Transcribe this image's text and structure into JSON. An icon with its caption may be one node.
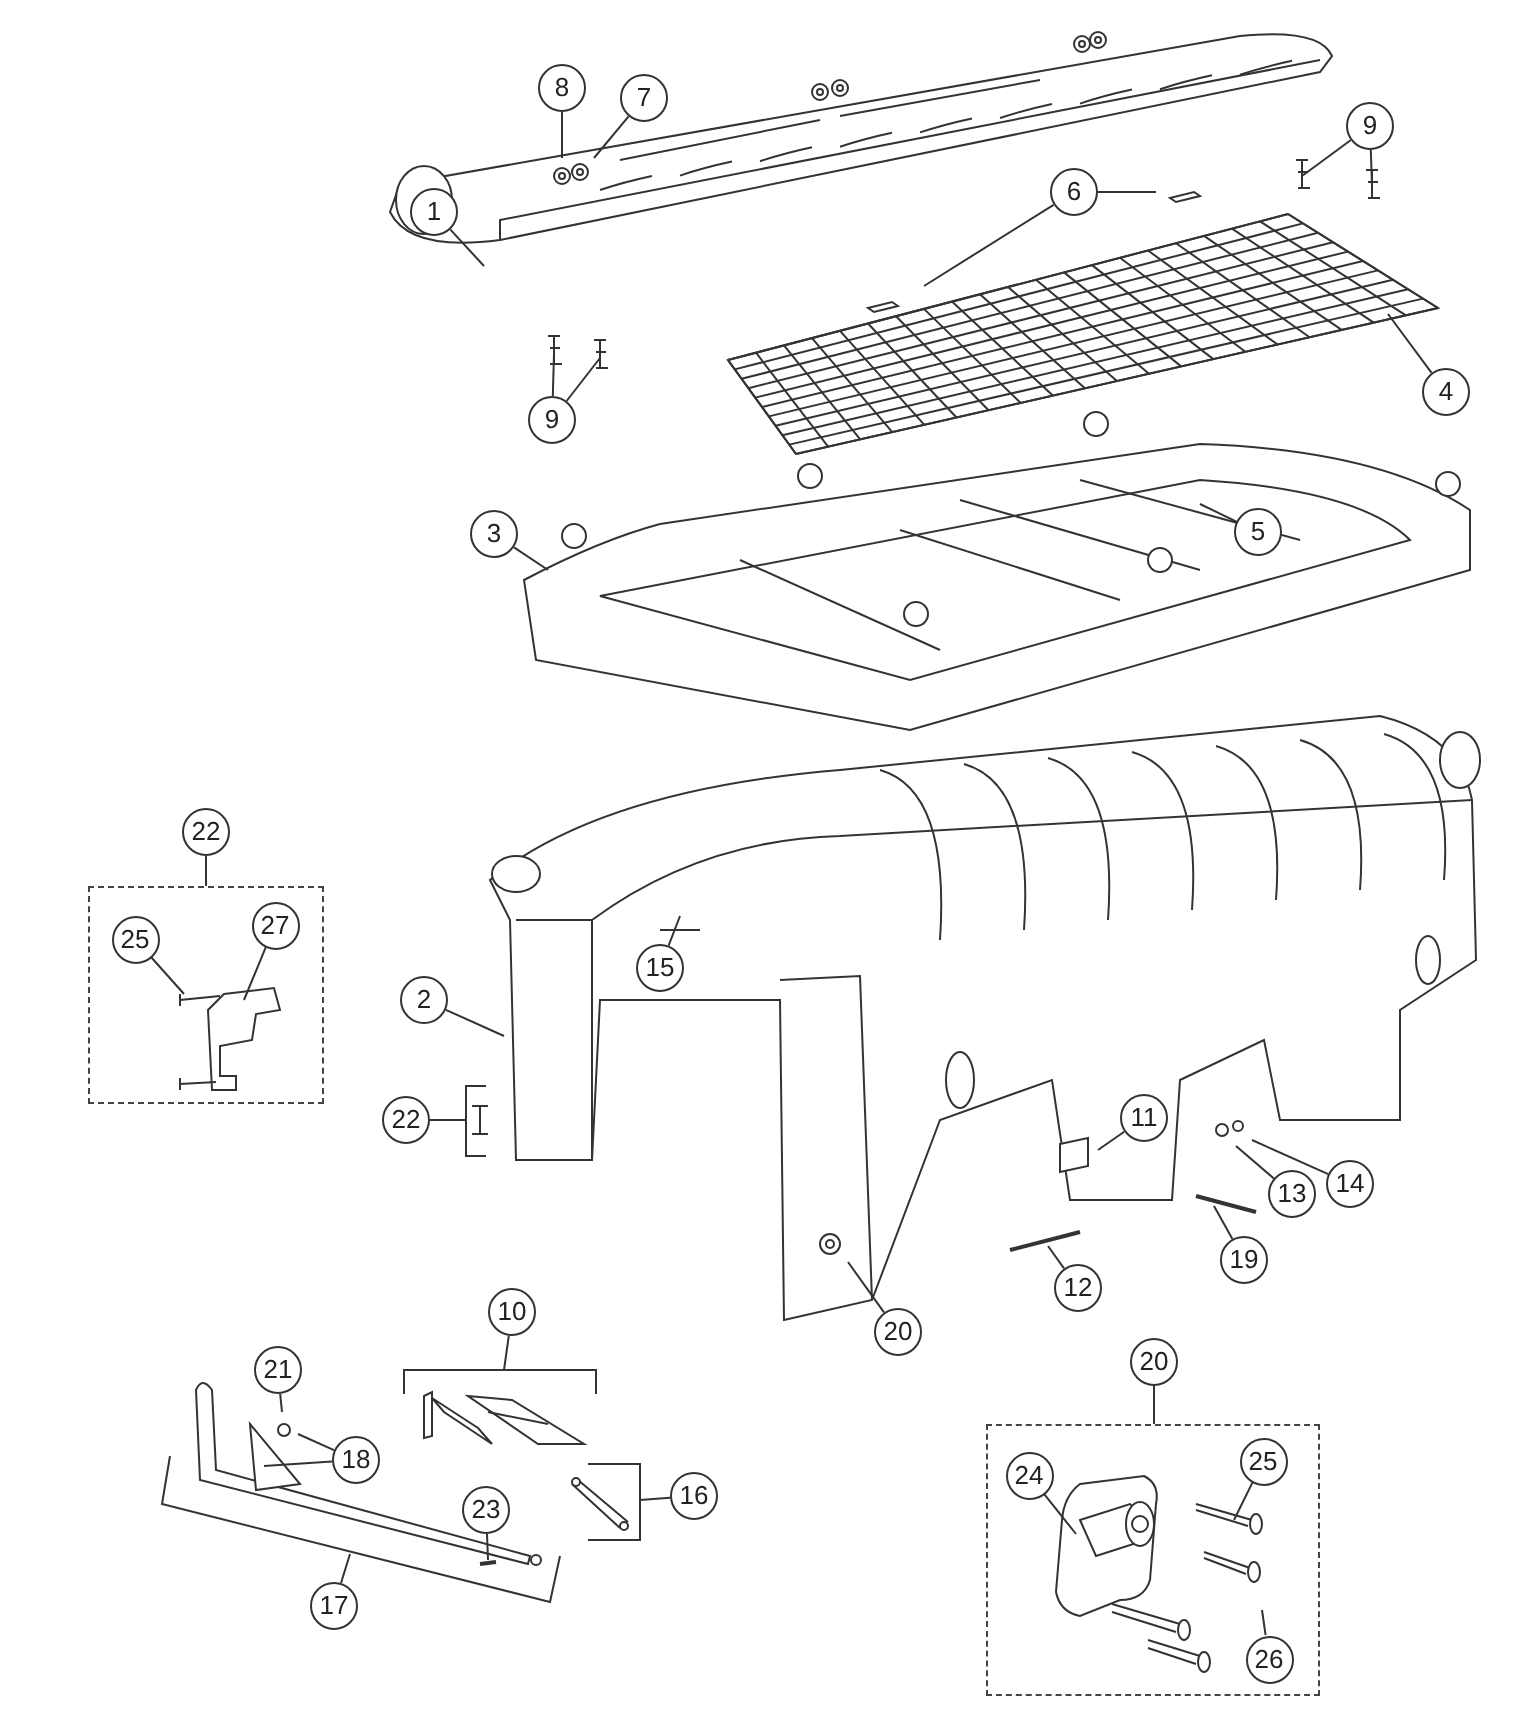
{
  "diagram": {
    "nodes": [
      {
        "text": [
          "8"
        ]
      },
      {
        "text": [
          "7"
        ]
      },
      {
        "text": [
          "9"
        ]
      },
      {
        "text": [
          "1"
        ]
      },
      {
        "text": [
          "6"
        ]
      },
      {
        "text": [
          "4"
        ]
      },
      {
        "text": [
          "9"
        ]
      },
      {
        "text": [
          "3"
        ]
      },
      {
        "text": [
          "5"
        ]
      },
      {
        "text": [
          "22"
        ]
      },
      {
        "text": [],
        "shape": "box"
      },
      {
        "text": [
          "25"
        ],
        "in": 10
      },
      {
        "text": [
          "27"
        ],
        "in": 10
      },
      {
        "text": [
          "15"
        ]
      },
      {
        "text": [
          "2"
        ]
      },
      {
        "text": [
          "22"
        ]
      },
      {
        "text": [
          "11"
        ]
      },
      {
        "text": [
          "14"
        ]
      },
      {
        "text": [
          "13"
        ]
      },
      {
        "text": [
          "19"
        ]
      },
      {
        "text": [
          "12"
        ]
      },
      {
        "text": [
          "20"
        ]
      },
      {
        "text": [
          "10"
        ]
      },
      {
        "text": [
          "20"
        ]
      },
      {
        "text": [],
        "shape": "box"
      },
      {
        "text": [
          "24"
        ],
        "in": 24
      },
      {
        "text": [
          "25"
        ],
        "in": 24
      },
      {
        "text": [
          "21"
        ]
      },
      {
        "text": [
          "18"
        ]
      },
      {
        "text": [
          "16"
        ]
      },
      {
        "text": [
          "23"
        ]
      },
      {
        "text": [
          "17"
        ]
      },
      {
        "text": [
          "26"
        ],
        "in": 24
      }
    ],
    "edges": [
      {
        "from": 0,
        "to": null,
        "arrow": "none"
      },
      {
        "from": 1,
        "to": null,
        "arrow": "none"
      },
      {
        "from": 2,
        "to": null,
        "arrow": "none"
      },
      {
        "from": 2,
        "to": null,
        "arrow": "none"
      },
      {
        "from": 3,
        "to": null,
        "arrow": "none"
      },
      {
        "from": 4,
        "to": null,
        "arrow": "none"
      },
      {
        "from": 4,
        "to": null,
        "arrow": "none"
      },
      {
        "from": 5,
        "to": null,
        "arrow": "none"
      },
      {
        "from": 6,
        "to": null,
        "arrow": "none"
      },
      {
        "from": 6,
        "to": null,
        "arrow": "none"
      },
      {
        "from": 7,
        "to": null,
        "arrow": "none"
      },
      {
        "from": 8,
        "to": null,
        "arrow": "none"
      },
      {
        "from": 9,
        "to": 10,
        "arrow": "none"
      },
      {
        "from": 11,
        "to": null,
        "arrow": "none"
      },
      {
        "from": 12,
        "to": null,
        "arrow": "none"
      },
      {
        "from": 13,
        "to": null,
        "arrow": "none"
      },
      {
        "from": 14,
        "to": null,
        "arrow": "none"
      },
      {
        "from": 15,
        "to": null,
        "arrow": "none"
      },
      {
        "from": 16,
        "to": null,
        "arrow": "none"
      },
      {
        "from": 17,
        "to": null,
        "arrow": "none"
      },
      {
        "from": 18,
        "to": null,
        "arrow": "none"
      },
      {
        "from": 19,
        "to": null,
        "arrow": "none"
      },
      {
        "from": 20,
        "to": null,
        "arrow": "none"
      },
      {
        "from": 21,
        "to": null,
        "arrow": "none"
      },
      {
        "from": 22,
        "to": null,
        "arrow": "none"
      },
      {
        "from": 23,
        "to": 24,
        "arrow": "none"
      },
      {
        "from": 25,
        "to": null,
        "arrow": "none"
      },
      {
        "from": 26,
        "to": null,
        "arrow": "none"
      },
      {
        "from": 27,
        "to": null,
        "arrow": "none"
      },
      {
        "from": 28,
        "to": null,
        "arrow": "none"
      },
      {
        "from": 28,
        "to": null,
        "arrow": "none"
      },
      {
        "from": 29,
        "to": null,
        "arrow": "none"
      },
      {
        "from": 30,
        "to": null,
        "arrow": "none"
      },
      {
        "from": 31,
        "to": null,
        "arrow": "none"
      },
      {
        "from": 32,
        "to": null,
        "arrow": "none"
      }
    ]
  }
}
